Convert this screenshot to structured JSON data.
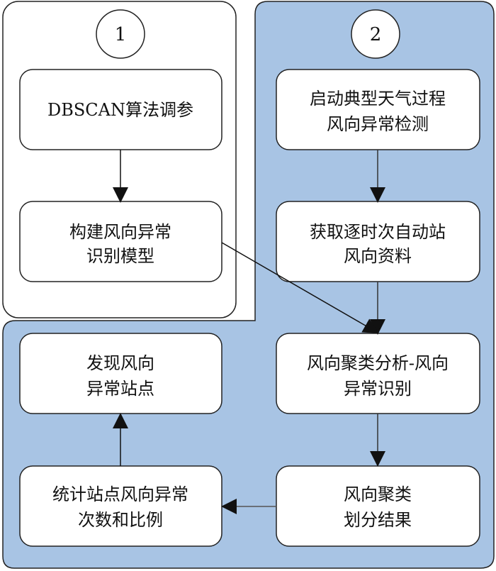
{
  "colors": {
    "region2_fill": "#a8c4e4",
    "box_fill": "#ffffff",
    "stroke": "#222222",
    "arrow_gray": "#555555"
  },
  "region1": {
    "number": "1"
  },
  "region2": {
    "number": "2"
  },
  "boxes": {
    "dbscan_tuning": {
      "lines": [
        "DBSCAN算法调参"
      ]
    },
    "build_model": {
      "lines": [
        "构建风向异常",
        "识别模型"
      ]
    },
    "start_detection": {
      "lines": [
        "启动典型天气过程",
        "风向异常检测"
      ]
    },
    "get_wind_data": {
      "lines": [
        "获取逐时次自动站",
        "风向资料"
      ]
    },
    "cluster_analysis": {
      "lines": [
        "风向聚类分析-风向",
        "异常识别"
      ]
    },
    "cluster_result": {
      "lines": [
        "风向聚类",
        "划分结果"
      ]
    },
    "count_stations": {
      "lines": [
        "统计站点风向异常",
        "次数和比例"
      ]
    },
    "find_stations": {
      "lines": [
        "发现风向",
        "异常站点"
      ]
    }
  }
}
